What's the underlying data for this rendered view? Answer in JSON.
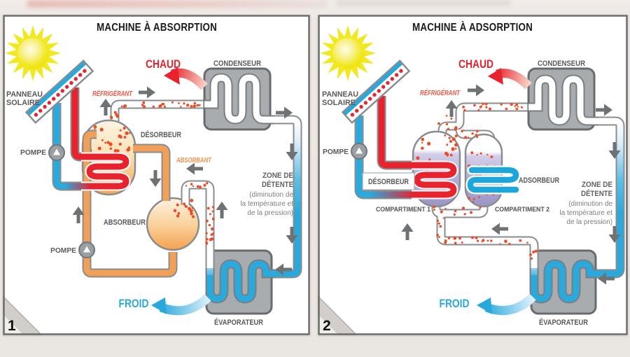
{
  "page": {
    "background": "#ebe7e3",
    "description_visible_panels": 2
  },
  "colors": {
    "hot_text": "#e8232d",
    "cold_text": "#29a8dc",
    "refrigerant_text": "#ef5540",
    "absorbant_text": "#f6914e",
    "label_gray": "#58595b",
    "pipe_red": "#e8232d",
    "pipe_blue": "#2aa9dd",
    "pipe_orange": "#f2a057",
    "box_gray": "#a8acaf",
    "vessel_orange": "#f6a851",
    "vessel_lavender": "#aaa5d2",
    "sun_yellow": "#f1e81e",
    "dot_red": "#ee4a23"
  },
  "panel_absorption": {
    "number": "1",
    "title": "MACHINE À ABSORPTION",
    "solar_panel": {
      "line1": "PANNEAU",
      "line2": "SOLAIRE"
    },
    "pump_solar": "POMPE",
    "pump_solution": "POMPE",
    "chaud": "CHAUD",
    "froid": "FROID",
    "refrigerant": "RÉFRIGÉRANT",
    "absorbant": "ABSORBANT",
    "desorbeur": "DÉSORBEUR",
    "absorbeur": "ABSORBEUR",
    "condenseur": "CONDENSEUR",
    "evaporateur": "ÉVAPORATEUR",
    "zone_detente": {
      "l1": "ZONE DE",
      "l2": "DÉTENTE",
      "l3": "(diminution de",
      "l4": "la température et",
      "l5": "de la pression)"
    }
  },
  "panel_adsorption": {
    "number": "2",
    "title": "MACHINE À ADSORPTION",
    "solar_panel": {
      "line1": "PANNEAU",
      "line2": "SOLAIRE"
    },
    "pump_solar": "POMPE",
    "chaud": "CHAUD",
    "froid": "FROID",
    "refrigerant": "RÉFRIGÉRANT",
    "desorbeur": "DÉSORBEUR",
    "adsorbeur": "ADSORBEUR",
    "compartiment1": "COMPARTIMENT 1",
    "compartiment2": "COMPARTIMENT 2",
    "condenseur": "CONDENSEUR",
    "evaporateur": "ÉVAPORATEUR",
    "zone_detente": {
      "l1": "ZONE DE",
      "l2": "DÉTENTE",
      "l3": "(diminution de",
      "l4": "la température et",
      "l5": "de la pression)"
    }
  }
}
